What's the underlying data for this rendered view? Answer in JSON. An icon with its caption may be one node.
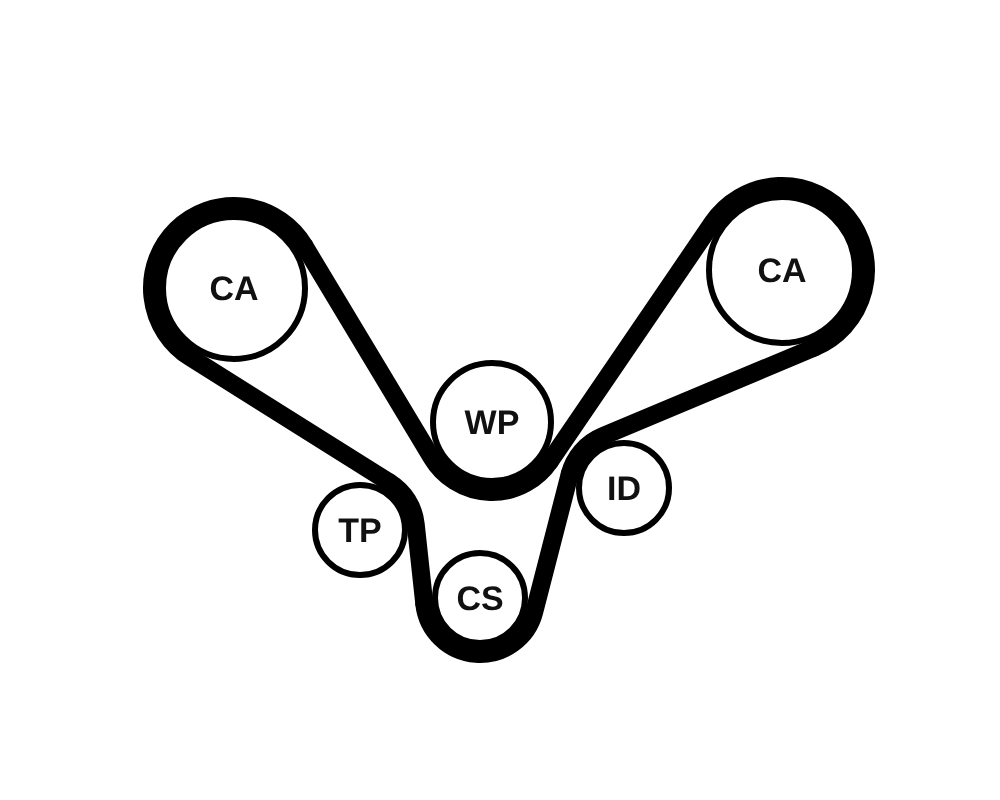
{
  "diagram": {
    "nodes": [
      {
        "text": [
          "CA"
        ]
      },
      {
        "text": [
          "CA"
        ]
      },
      {
        "text": [
          "WP"
        ]
      },
      {
        "text": [
          "TP"
        ]
      },
      {
        "text": [
          "ID"
        ]
      },
      {
        "text": [
          "CS"
        ]
      }
    ],
    "edges": [
      {
        "from": 0,
        "to": 2,
        "arrow": "none"
      },
      {
        "from": 2,
        "to": 1,
        "arrow": "none"
      },
      {
        "from": 1,
        "to": 4,
        "arrow": "none"
      },
      {
        "from": 4,
        "to": 5,
        "arrow": "none"
      },
      {
        "from": 5,
        "to": 3,
        "arrow": "none"
      },
      {
        "from": 3,
        "to": 0,
        "arrow": "none"
      }
    ]
  }
}
